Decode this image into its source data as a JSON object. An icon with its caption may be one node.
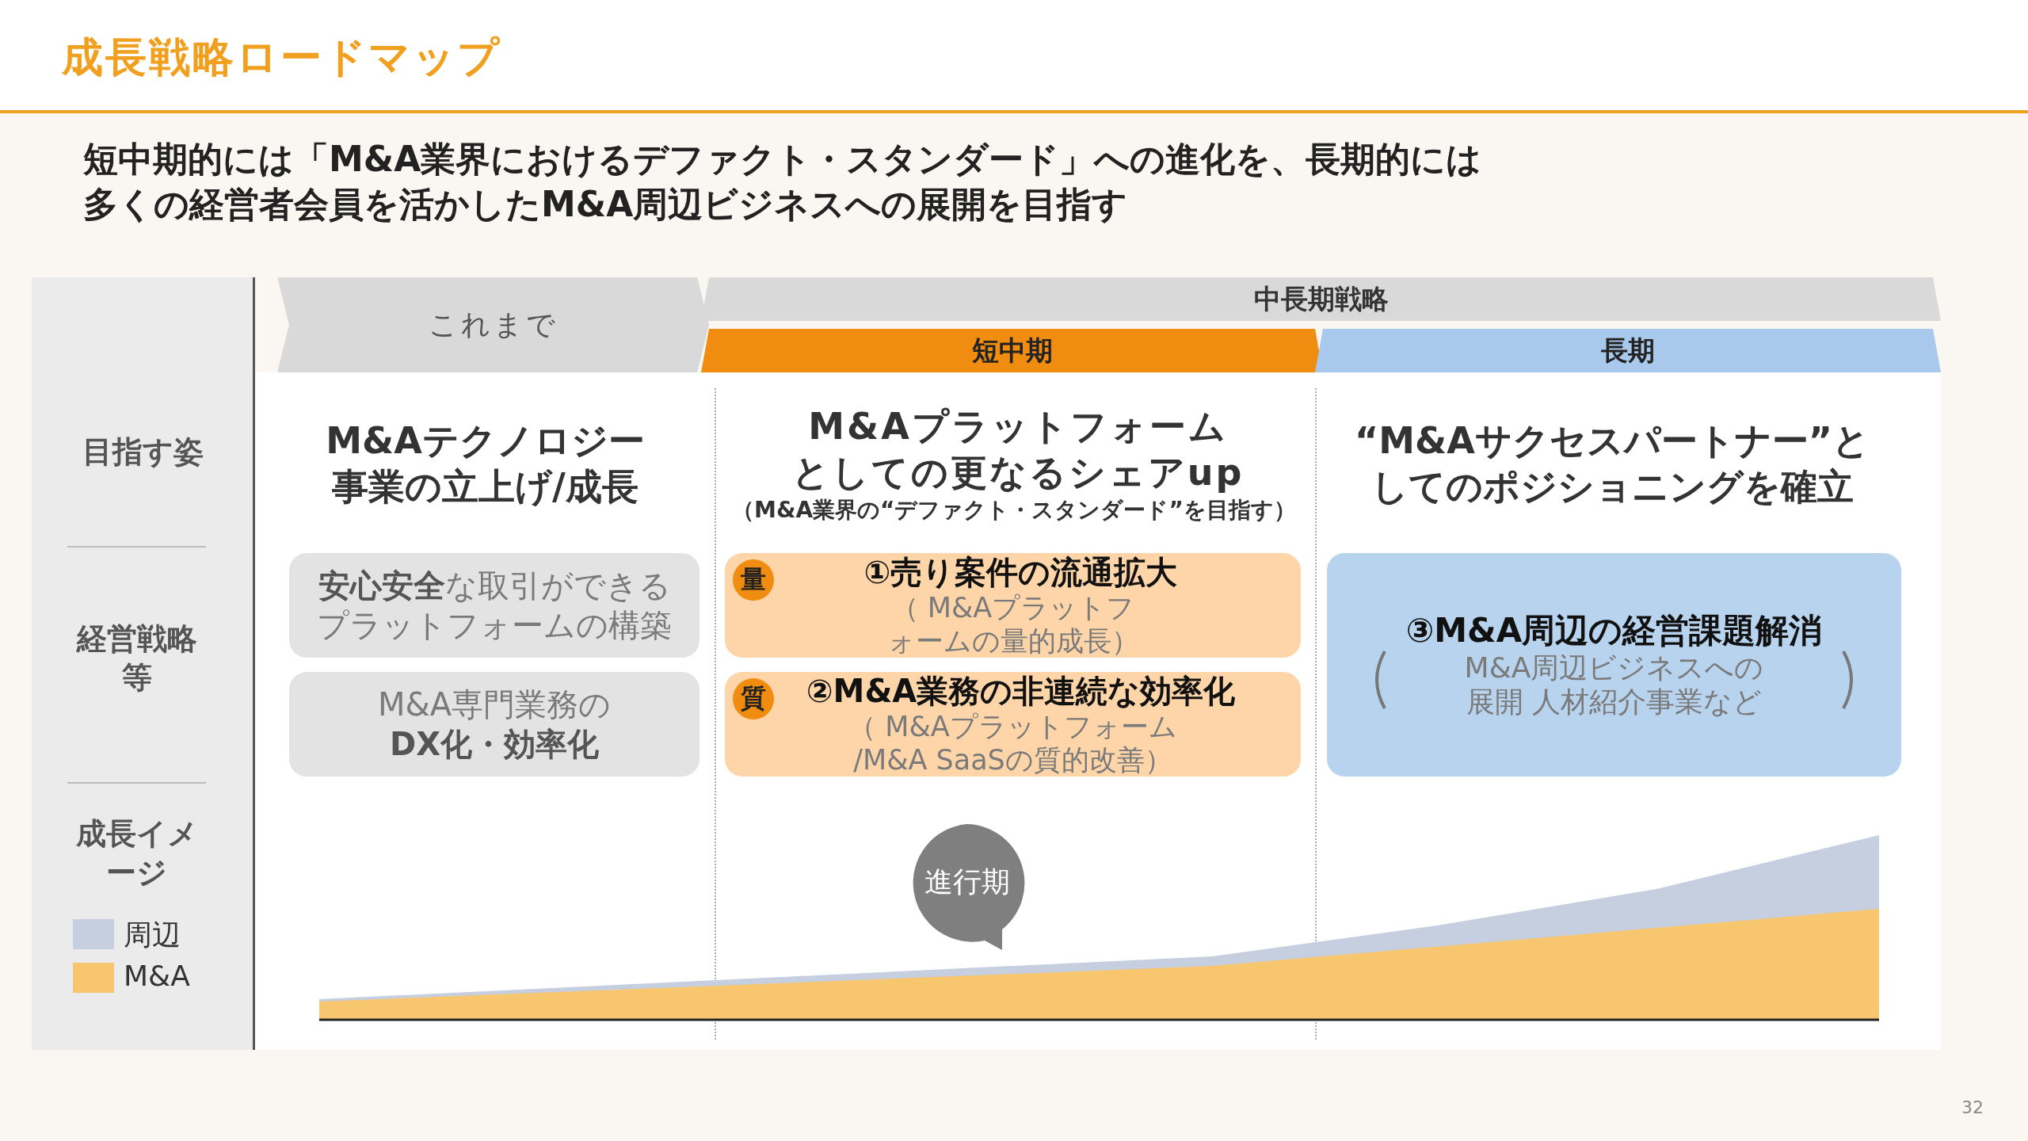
{
  "diagram": {
    "title": "成長戦略ロードマップ",
    "nodes": [
      {
        "text": [
          "これまで"
        ]
      },
      {
        "text": [
          "中長期戦略"
        ]
      },
      {
        "text": [
          "短中期"
        ]
      },
      {
        "text": [
          "長期"
        ]
      },
      {
        "text": [
          "**安心安全**な取引ができるプラットフォームの構築"
        ]
      },
      {
        "text": [
          "M&A専門業務の**DX化・効率化**"
        ]
      },
      {
        "text": [
          "①売り案件の流通拡大",
          "（ M&Aプラットフォームの量的成長）"
        ]
      },
      {
        "text": [
          "量"
        ],
        "in": 6
      },
      {
        "text": [
          "②M&A業務の非連続な効率化",
          "（ M&Aプラットフォーム /M&A SaaSの質的改善）"
        ]
      },
      {
        "text": [
          "質"
        ],
        "in": 8
      },
      {
        "text": [
          "③M&A周辺の経営課題解消",
          "M&A周辺ビジネスへの展開 人材紹介事業など"
        ]
      },
      {
        "text": [
          "進行期"
        ]
      }
    ],
    "labels": [
      "短中期的には「M&A業界におけるデファクト・スタンダード」への進化を、長期的には多くの経営者会員を活かしたM&A周辺ビジネスへの展開を目指す",
      "目指す姿",
      "M&Aテクノロジー事業の立上げ/成長",
      "M&Aプラットフォームとしての更なるシェアup",
      "（M&A業界の“デファクト・スタンダード”を目指す）",
      "“M&Aサクセスパートナー”としてのポジショニングを確立",
      "経営戦略等",
      "成長イメージ",
      "32"
    ],
    "legend": [
      {
        "text": "周辺",
        "color": "#c5cfe0"
      },
      {
        "text": "M&A",
        "color": "#f7c66e"
      }
    ]
  }
}
